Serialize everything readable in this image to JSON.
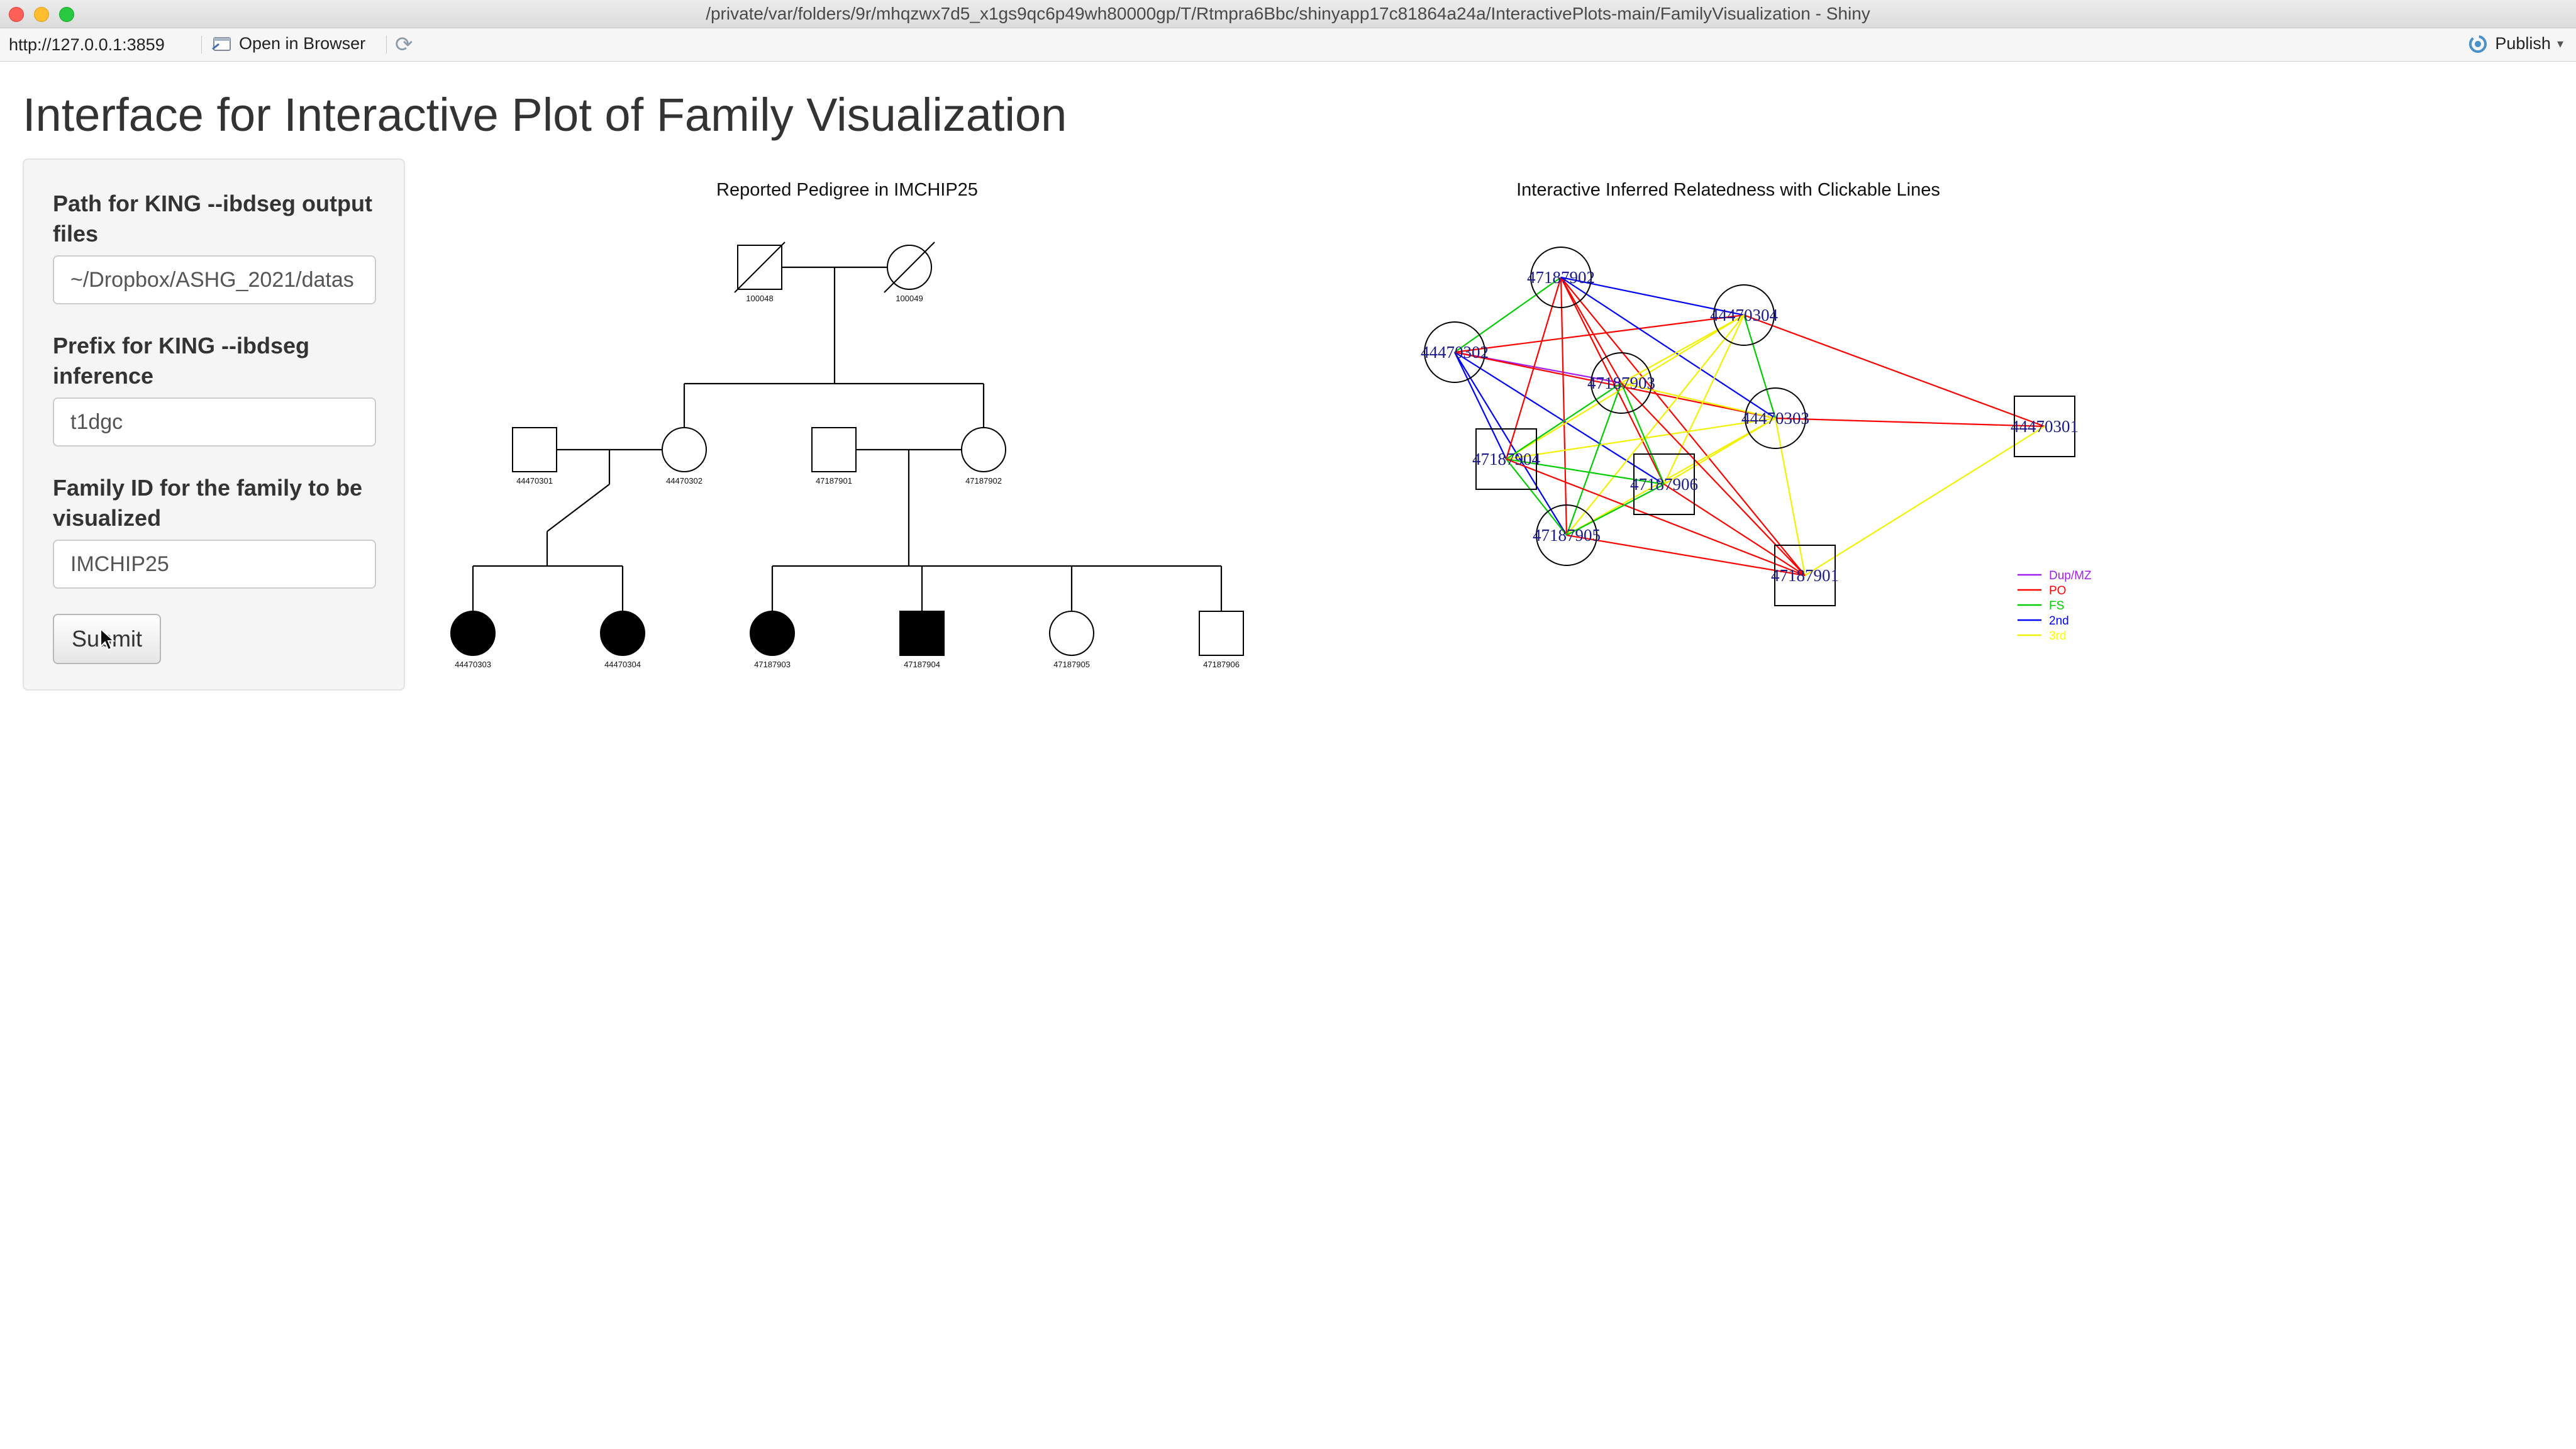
{
  "window": {
    "title": "/private/var/folders/9r/mhqzwx7d5_x1gs9qc6p49wh80000gp/T/Rtmpra6Bbc/shinyapp17c81864a24a/InteractivePlots-main/FamilyVisualization - Shiny"
  },
  "toolbar": {
    "url": "http://127.0.0.1:3859",
    "open_in_browser": "Open in Browser",
    "publish": "Publish"
  },
  "app": {
    "title": "Interface for Interactive Plot of Family Visualization"
  },
  "controls": [
    {
      "label": "Path for KING --ibdseg output files",
      "value": "~/Dropbox/ASHG_2021/datas"
    },
    {
      "label": "Prefix for KING --ibdseg inference",
      "value": "t1dgc"
    },
    {
      "label": "Family ID for the family to be visualized",
      "value": "IMCHIP25"
    }
  ],
  "submit_label": "Submit",
  "pedigree": {
    "title": "Reported Pedigree in IMCHIP25",
    "individuals": [
      {
        "id": "100048",
        "sex": "male",
        "affected": false,
        "deceased": true
      },
      {
        "id": "100049",
        "sex": "female",
        "affected": false,
        "deceased": true
      },
      {
        "id": "44470301",
        "sex": "male",
        "affected": false,
        "deceased": false
      },
      {
        "id": "44470302",
        "sex": "female",
        "affected": false,
        "deceased": false
      },
      {
        "id": "47187901",
        "sex": "male",
        "affected": false,
        "deceased": false
      },
      {
        "id": "47187902",
        "sex": "female",
        "affected": false,
        "deceased": false
      },
      {
        "id": "44470303",
        "sex": "female",
        "affected": true,
        "deceased": false
      },
      {
        "id": "44470304",
        "sex": "female",
        "affected": true,
        "deceased": false
      },
      {
        "id": "47187903",
        "sex": "female",
        "affected": true,
        "deceased": false
      },
      {
        "id": "47187904",
        "sex": "male",
        "affected": true,
        "deceased": false
      },
      {
        "id": "47187905",
        "sex": "female",
        "affected": false,
        "deceased": false
      },
      {
        "id": "47187906",
        "sex": "male",
        "affected": false,
        "deceased": false
      }
    ]
  },
  "relatedness": {
    "title": "Interactive Inferred Relatedness with Clickable Lines",
    "nodes": [
      {
        "id": "47187902",
        "shape": "circle"
      },
      {
        "id": "44470304",
        "shape": "circle"
      },
      {
        "id": "44470302",
        "shape": "circle"
      },
      {
        "id": "47187903",
        "shape": "circle"
      },
      {
        "id": "44470303",
        "shape": "circle"
      },
      {
        "id": "44470301",
        "shape": "square"
      },
      {
        "id": "47187904",
        "shape": "square"
      },
      {
        "id": "47187906",
        "shape": "square"
      },
      {
        "id": "47187905",
        "shape": "circle"
      },
      {
        "id": "47187901",
        "shape": "square"
      }
    ],
    "edges": [
      {
        "a": "44470302",
        "b": "47187902",
        "type": "FS"
      },
      {
        "a": "44470302",
        "b": "44470304",
        "type": "PO"
      },
      {
        "a": "44470302",
        "b": "47187903",
        "type": "Dup/MZ"
      },
      {
        "a": "44470302",
        "b": "47187904",
        "type": "2nd"
      },
      {
        "a": "44470302",
        "b": "47187905",
        "type": "2nd"
      },
      {
        "a": "44470302",
        "b": "47187906",
        "type": "2nd"
      },
      {
        "a": "44470302",
        "b": "44470303",
        "type": "PO"
      },
      {
        "a": "47187902",
        "b": "44470304",
        "type": "2nd"
      },
      {
        "a": "47187902",
        "b": "47187903",
        "type": "PO"
      },
      {
        "a": "47187902",
        "b": "47187904",
        "type": "PO"
      },
      {
        "a": "47187902",
        "b": "47187905",
        "type": "PO"
      },
      {
        "a": "47187902",
        "b": "47187906",
        "type": "PO"
      },
      {
        "a": "47187902",
        "b": "47187901",
        "type": "PO"
      },
      {
        "a": "47187902",
        "b": "44470303",
        "type": "2nd"
      },
      {
        "a": "44470304",
        "b": "44470301",
        "type": "PO"
      },
      {
        "a": "44470304",
        "b": "44470303",
        "type": "FS"
      },
      {
        "a": "44470304",
        "b": "47187903",
        "type": "3rd"
      },
      {
        "a": "44470304",
        "b": "47187904",
        "type": "3rd"
      },
      {
        "a": "44470304",
        "b": "47187905",
        "type": "3rd"
      },
      {
        "a": "44470304",
        "b": "47187906",
        "type": "3rd"
      },
      {
        "a": "44470303",
        "b": "44470301",
        "type": "PO"
      },
      {
        "a": "44470303",
        "b": "47187903",
        "type": "3rd"
      },
      {
        "a": "44470303",
        "b": "47187904",
        "type": "3rd"
      },
      {
        "a": "44470303",
        "b": "47187905",
        "type": "3rd"
      },
      {
        "a": "44470303",
        "b": "47187906",
        "type": "3rd"
      },
      {
        "a": "44470303",
        "b": "47187901",
        "type": "3rd"
      },
      {
        "a": "44470301",
        "b": "47187901",
        "type": "3rd"
      },
      {
        "a": "47187903",
        "b": "47187904",
        "type": "FS"
      },
      {
        "a": "47187903",
        "b": "47187905",
        "type": "FS"
      },
      {
        "a": "47187903",
        "b": "47187906",
        "type": "FS"
      },
      {
        "a": "47187903",
        "b": "47187901",
        "type": "PO"
      },
      {
        "a": "47187904",
        "b": "47187906",
        "type": "FS"
      },
      {
        "a": "47187904",
        "b": "47187905",
        "type": "FS"
      },
      {
        "a": "47187904",
        "b": "47187901",
        "type": "PO"
      },
      {
        "a": "47187905",
        "b": "47187906",
        "type": "FS"
      },
      {
        "a": "47187905",
        "b": "47187901",
        "type": "PO"
      },
      {
        "a": "47187906",
        "b": "47187901",
        "type": "PO"
      }
    ],
    "legend": [
      {
        "label": "Dup/MZ",
        "color": "#a020f0"
      },
      {
        "label": "PO",
        "color": "#ff0000"
      },
      {
        "label": "FS",
        "color": "#00cd00"
      },
      {
        "label": "2nd",
        "color": "#0000ff"
      },
      {
        "label": "3rd",
        "color": "#ffff00"
      }
    ]
  }
}
